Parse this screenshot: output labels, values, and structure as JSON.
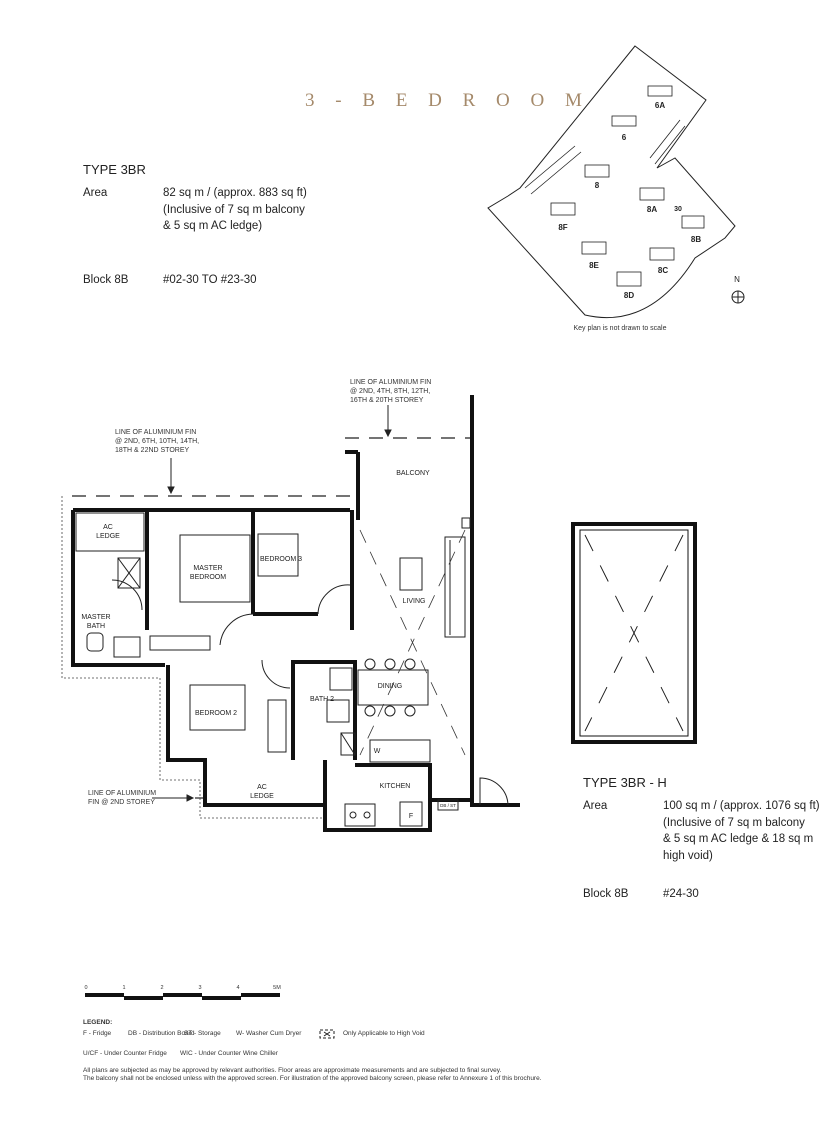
{
  "header": {
    "title": "3 - B E D R O O M",
    "title_color": "#a58a6b"
  },
  "type_3br": {
    "title": "TYPE 3BR",
    "area_label": "Area",
    "area_lines": [
      "82 sq m / (approx. 883 sq ft)",
      "(Inclusive of 7 sq m balcony",
      "& 5 sq m AC ledge)"
    ],
    "block_label": "Block 8B",
    "block_units": "#02-30 TO #23-30"
  },
  "type_3br_h": {
    "title": "TYPE 3BR - H",
    "area_label": "Area",
    "area_lines": [
      "100 sq m / (approx. 1076 sq ft)",
      "(Inclusive of 7 sq m balcony",
      "& 5 sq m AC ledge & 18 sq m",
      "high void)"
    ],
    "block_label": "Block 8B",
    "block_units": "#24-30"
  },
  "key_plan": {
    "blocks": [
      "6A",
      "6",
      "8",
      "8A",
      "8F",
      "8B",
      "8E",
      "8C",
      "8D"
    ],
    "unit_marker": "30",
    "north": "N",
    "note": "Key plan is not drawn to scale"
  },
  "plan_notes": {
    "fin_top": [
      "LINE OF ALUMINIUM FIN",
      "@ 2ND, 4TH, 8TH, 12TH,",
      "16TH & 20TH STOREY"
    ],
    "fin_left": [
      "LINE OF ALUMINIUM FIN",
      "@ 2ND, 6TH, 10TH, 14TH,",
      "18TH & 22ND STOREY"
    ],
    "fin_bottom": [
      "LINE OF ALUMINIUM",
      "FIN @ 2ND STOREY"
    ]
  },
  "rooms": {
    "ac_ledge_1": [
      "AC",
      "LEDGE"
    ],
    "master_bedroom": [
      "MASTER",
      "BEDROOM"
    ],
    "bedroom_3": "BEDROOM 3",
    "master_bath": [
      "MASTER",
      "BATH"
    ],
    "living": "LIVING",
    "dining": "DINING",
    "bath_2": "BATH 2",
    "bedroom_2": "BEDROOM 2",
    "ac_ledge_2": [
      "AC",
      "LEDGE"
    ],
    "kitchen": "KITCHEN",
    "balcony": "BALCONY",
    "washer": "W",
    "fridge": "F",
    "db_st": "DB / ST"
  },
  "scale": {
    "ticks": [
      "0",
      "1",
      "2",
      "3",
      "4",
      "5M"
    ]
  },
  "legend": {
    "title": "LEGEND:",
    "items": [
      "F - Fridge",
      "DB - Distribution Board",
      "ST - Storage",
      "W- Washer Cum Dryer",
      "Only Applicable to High Void",
      "U/CF - Under Counter Fridge",
      "WIC - Under Counter Wine Chiller"
    ],
    "disclaimer": [
      "All plans are subjected as may be approved by relevant authorities. Floor areas are approximate measurements and are subjected to final survey.",
      "The balcony shall not be enclosed unless with the approved screen. For illustration of the approved balcony screen, please refer to Annexure 1 of this brochure."
    ]
  }
}
